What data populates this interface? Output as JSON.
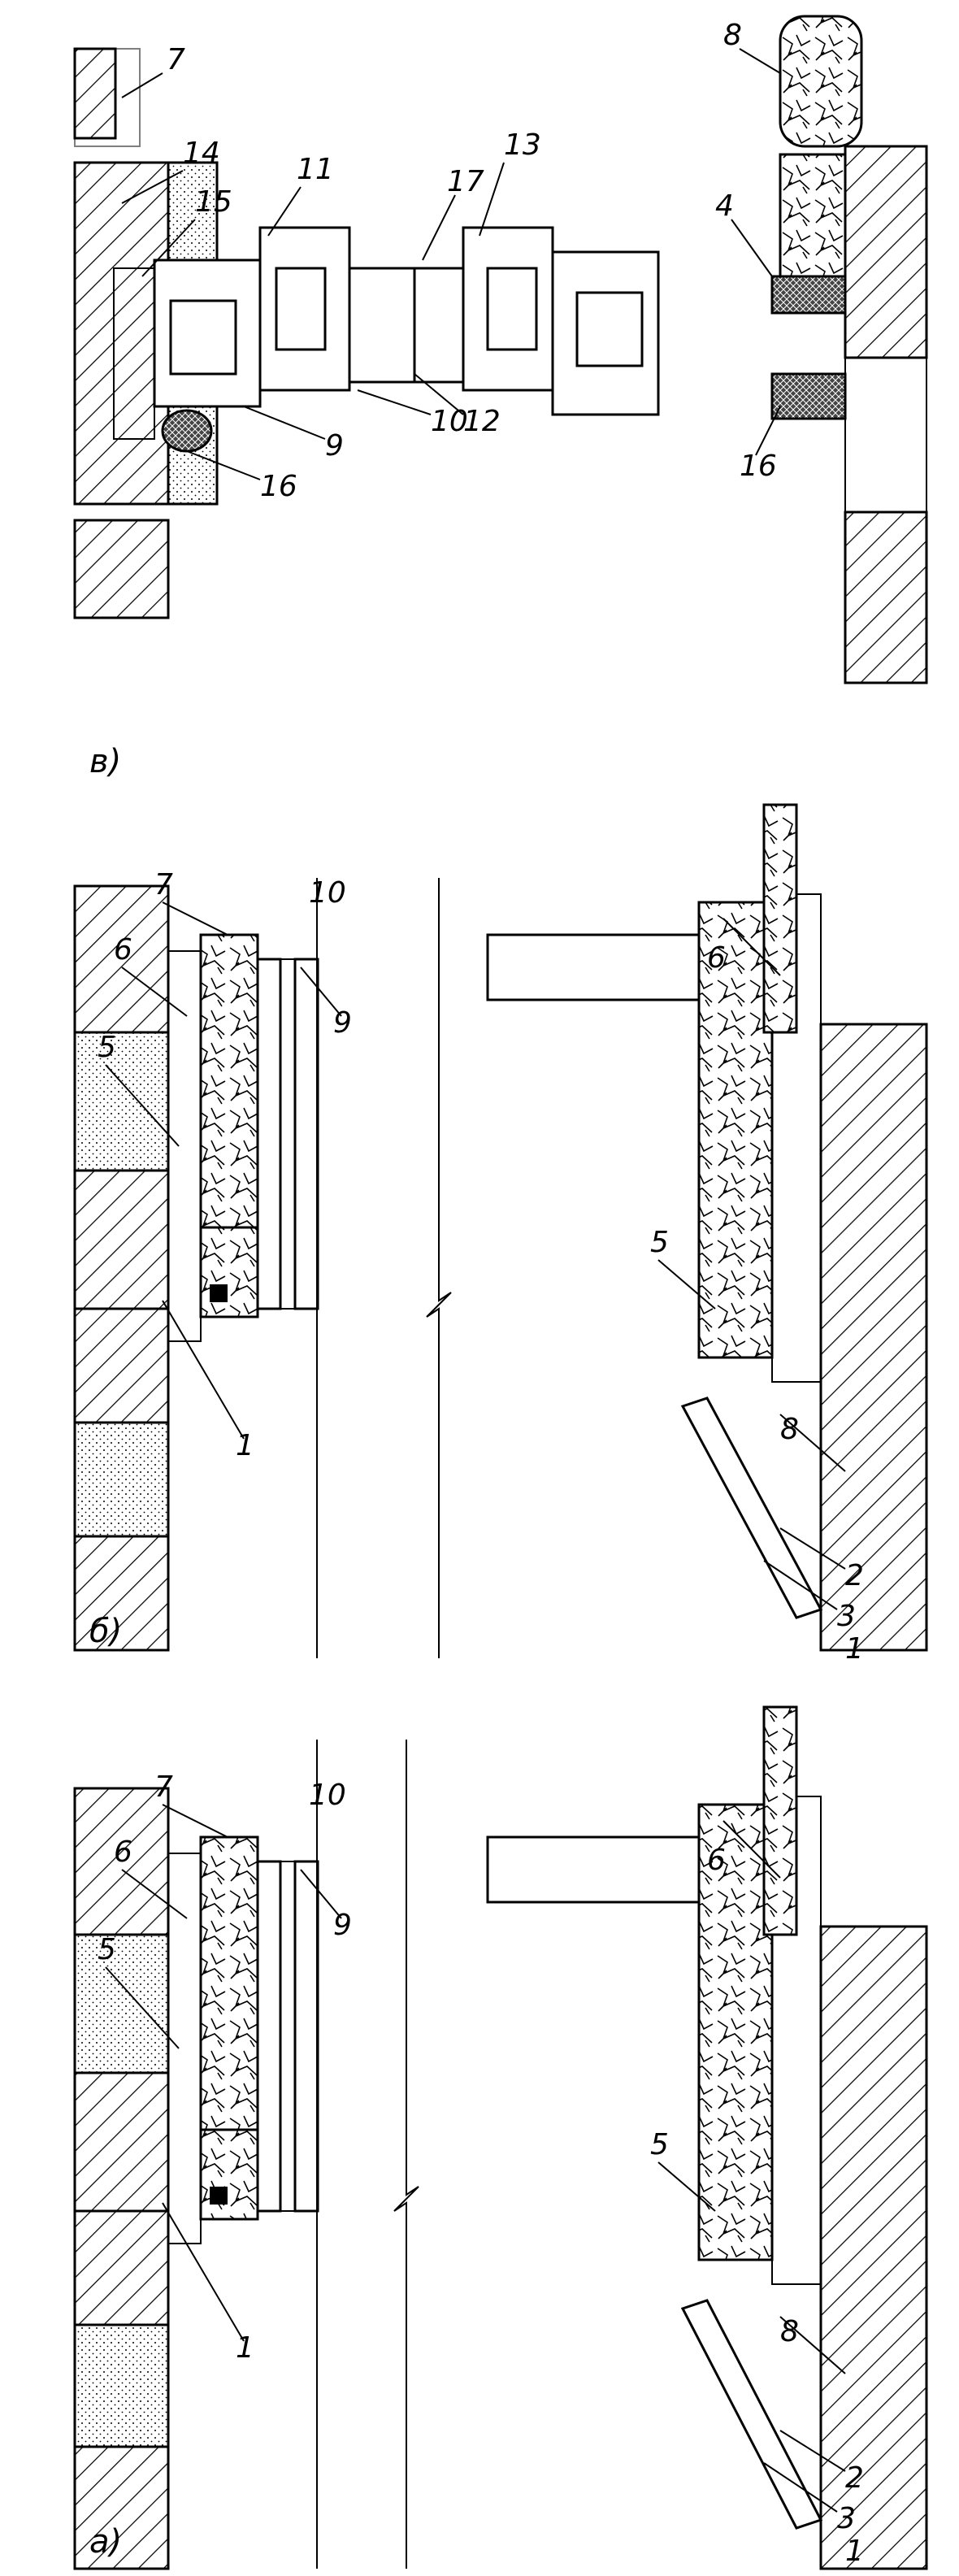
{
  "panels": [
    {
      "id": "a",
      "caption": "а)"
    },
    {
      "id": "b",
      "caption": "б)"
    },
    {
      "id": "c",
      "caption": "в)"
    }
  ],
  "panel_a": {
    "labels": [
      "1",
      "2",
      "3",
      "5",
      "6",
      "5",
      "6",
      "7",
      "8",
      "9",
      "10",
      "1"
    ]
  },
  "panel_b": {
    "labels": [
      "1",
      "2",
      "3",
      "5",
      "6",
      "5",
      "6",
      "7",
      "8",
      "9",
      "10",
      "1"
    ]
  },
  "panel_c": {
    "labels": [
      "7",
      "14",
      "15",
      "11",
      "13",
      "17",
      "12",
      "10",
      "9",
      "16",
      "8",
      "4",
      "16"
    ]
  }
}
